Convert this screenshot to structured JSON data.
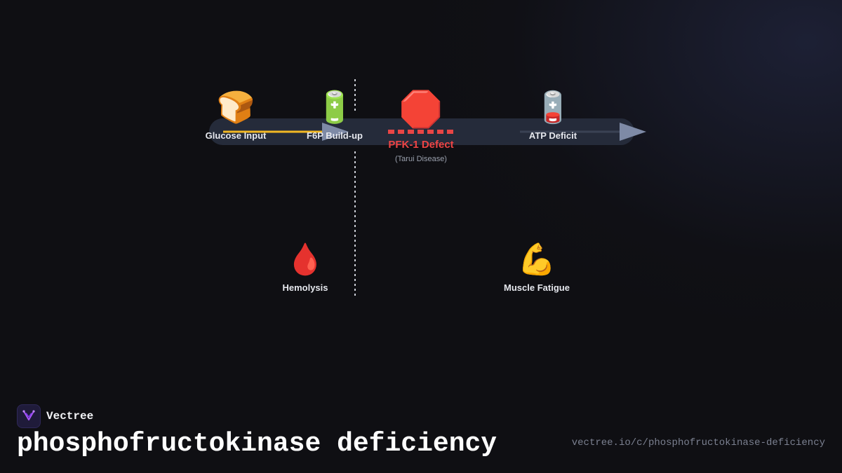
{
  "diagram": {
    "nodes": {
      "glucose": {
        "label": "Glucose Input",
        "icon": "bread-icon",
        "glyph": "🍞"
      },
      "f6p": {
        "label": "F6P Build-up",
        "icon": "full-battery-icon",
        "glyph": "🔋"
      },
      "pfk": {
        "label": "PFK-1 Defect",
        "sublabel": "(Tarui Disease)",
        "icon": "stop-sign-icon",
        "glyph": "🛑"
      },
      "atp": {
        "label": "ATP Deficit",
        "icon": "low-battery-icon",
        "glyph": "🪫"
      },
      "hemolysis": {
        "label": "Hemolysis",
        "icon": "blood-drop-icon",
        "glyph": "🩸"
      },
      "fatigue": {
        "label": "Muscle Fatigue",
        "icon": "flexed-biceps-icon",
        "glyph": "💪"
      }
    },
    "colors": {
      "track": "#252b3a",
      "flow_active": "#f2b824",
      "flow_inactive": "#3a4254",
      "arrowhead": "#7e8aa6",
      "defect": "#e84545",
      "divider": "#c9ccd4"
    }
  },
  "brand": {
    "name": "Vectree",
    "logo_icon": "vectree-logo-icon"
  },
  "title": "phosphofructokinase deficiency",
  "url": "vectree.io/c/phosphofructokinase-deficiency"
}
